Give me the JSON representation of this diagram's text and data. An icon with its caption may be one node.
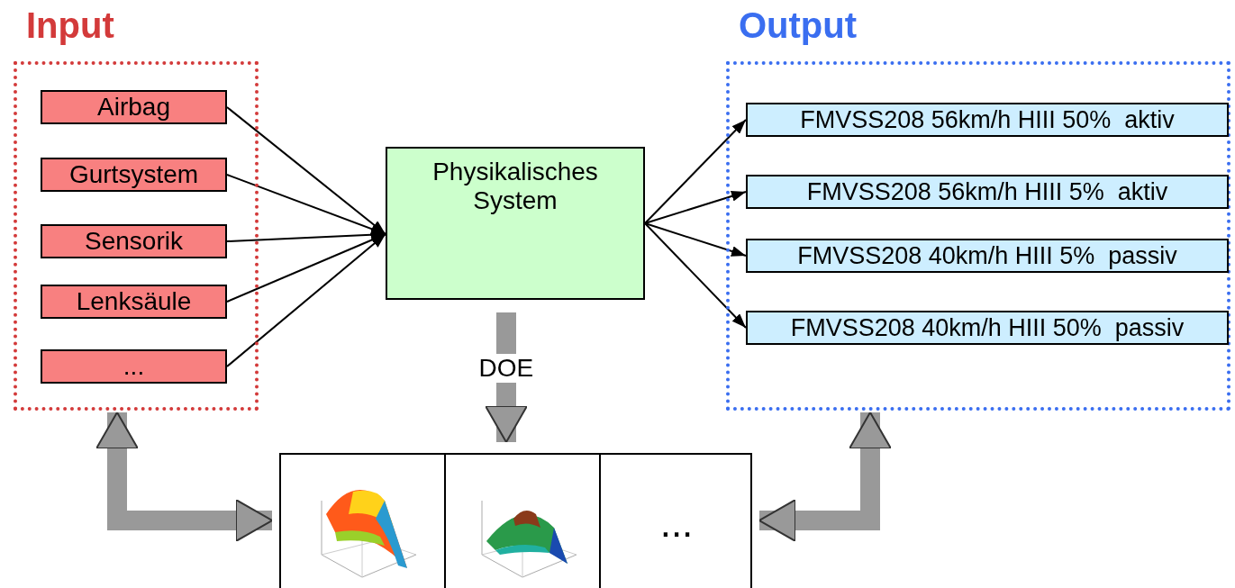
{
  "diagram": {
    "nodes": [
      {
        "text": [
          "Input"
        ]
      },
      {
        "text": [
          "Airbag"
        ],
        "in": 0
      },
      {
        "text": [
          "Gurtsystem"
        ],
        "in": 0
      },
      {
        "text": [
          "Sensorik"
        ],
        "in": 0
      },
      {
        "text": [
          "Lenksäule"
        ],
        "in": 0
      },
      {
        "text": [
          "..."
        ],
        "in": 0
      },
      {
        "text": [
          "Physikalisches System"
        ]
      },
      {
        "text": [
          "Output"
        ]
      },
      {
        "text": [
          "FMVSS208 56km/h HIII 50%  aktiv"
        ],
        "in": 7
      },
      {
        "text": [
          "FMVSS208 56km/h HIII 5%  aktiv"
        ],
        "in": 7
      },
      {
        "text": [
          "FMVSS208 40km/h HIII 5%  passiv"
        ],
        "in": 7
      },
      {
        "text": [
          "FMVSS208 40km/h HIII 50%  passiv"
        ],
        "in": 7
      },
      {
        "text": [],
        "shape": "box"
      },
      {
        "text": [],
        "shape": "picture",
        "in": 12
      },
      {
        "text": [],
        "shape": "picture",
        "in": 12
      },
      {
        "text": [
          "..."
        ],
        "in": 12
      }
    ],
    "edges": [
      {
        "from": 1,
        "to": 6,
        "arrow": "to"
      },
      {
        "from": 2,
        "to": 6,
        "arrow": "to"
      },
      {
        "from": 3,
        "to": 6,
        "arrow": "to"
      },
      {
        "from": 4,
        "to": 6,
        "arrow": "to"
      },
      {
        "from": 5,
        "to": 6,
        "arrow": "to"
      },
      {
        "from": 6,
        "to": 8,
        "arrow": "to"
      },
      {
        "from": 6,
        "to": 9,
        "arrow": "to"
      },
      {
        "from": 6,
        "to": 10,
        "arrow": "to"
      },
      {
        "from": 6,
        "to": 11,
        "arrow": "to"
      },
      {
        "from": 6,
        "to": 12,
        "arrow": "to",
        "label": "DOE",
        "style": "thick",
        "color": "#999999"
      },
      {
        "from": 0,
        "to": 12,
        "arrow": "both",
        "style": "thick",
        "color": "#999999"
      },
      {
        "from": 12,
        "to": 7,
        "arrow": "both",
        "style": "thick",
        "color": "#999999"
      }
    ]
  }
}
